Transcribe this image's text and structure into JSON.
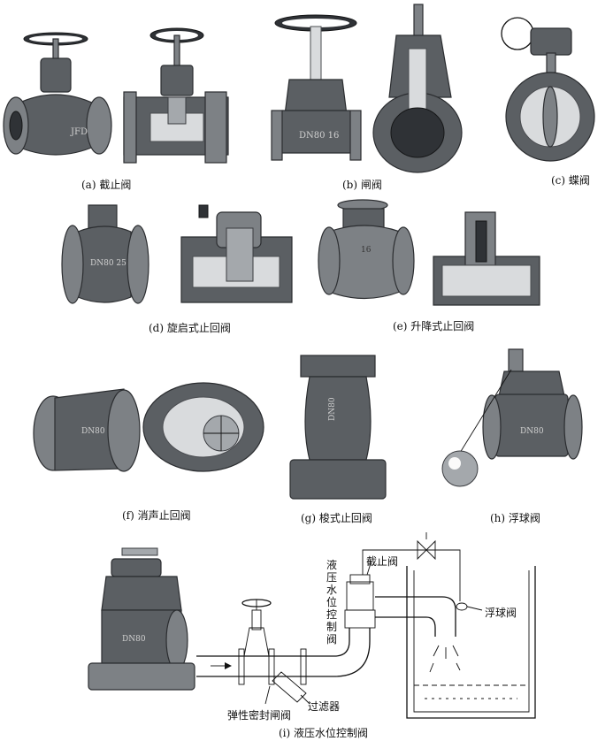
{
  "captions": {
    "a": "(a) 截止阀",
    "b": "(b) 闸阀",
    "c": "(c) 蝶阀",
    "d": "(d) 旋启式止回阀",
    "e": "(e) 升降式止回阀",
    "f": "(f) 消声止回阀",
    "g": "(g) 梭式止回阀",
    "h": "(h) 浮球阀",
    "i": "(i) 液压水位控制阀"
  },
  "diagram_labels": {
    "hydraulic_valve_vertical": "液压水位控制阀",
    "stop_valve": "截止阀",
    "float_valve": "浮球阀",
    "gate_valve_resilient": "弹性密封闸阀",
    "filter": "过滤器"
  },
  "body_markings": {
    "a": "JFD",
    "b": "DN80 16",
    "d": "DN80 25",
    "e": "16",
    "f": "DN80",
    "g": "DN80",
    "h": "DN80",
    "i": "DN80"
  }
}
